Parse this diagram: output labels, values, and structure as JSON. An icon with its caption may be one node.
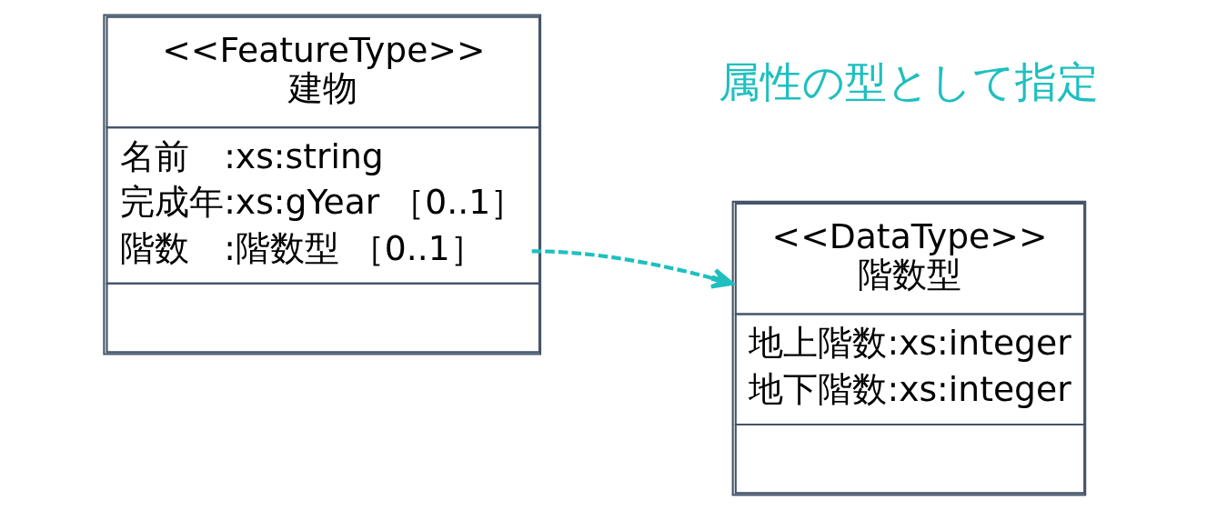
{
  "diagram": {
    "nodes": [
      {
        "text": [
          "<<FeatureType>>",
          "建物",
          "名前　:xs:string",
          "完成年:xs:gYear ［0..1］",
          "階数　:階数型 ［0..1］"
        ]
      },
      {
        "text": [
          "<<DataType>>",
          "階数型",
          "地上階数:xs:integer",
          "地下階数:xs:integer"
        ]
      }
    ],
    "edges": [
      {
        "from": 0,
        "to": 1,
        "arrow": "to",
        "style": "dashed",
        "color": "#1fbfbf"
      }
    ],
    "labels": [
      "属性の型として指定"
    ]
  }
}
